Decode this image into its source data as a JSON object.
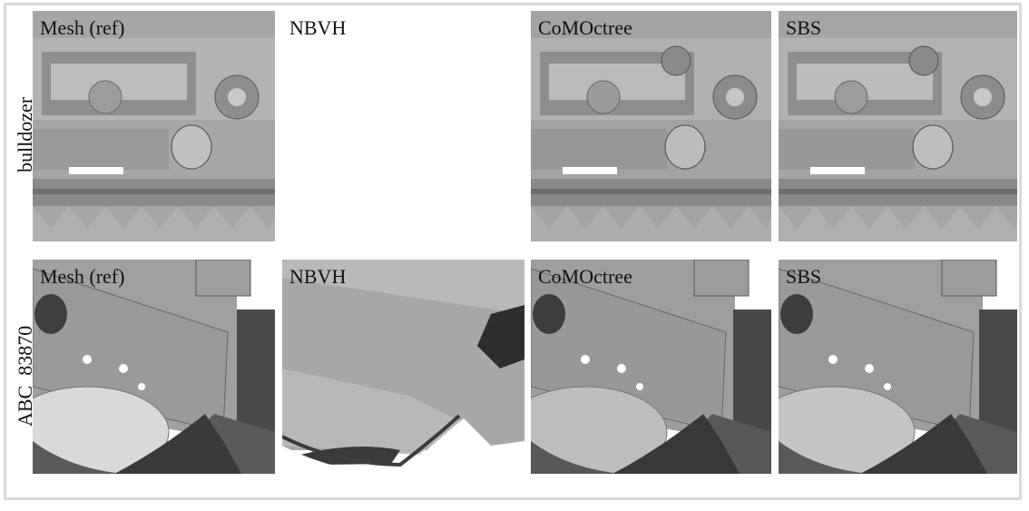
{
  "rows": [
    {
      "label": "bulldozer",
      "tiles": [
        {
          "caption": "Mesh (ref)",
          "content": "rendered-shading",
          "blank": false
        },
        {
          "caption": "NBVH",
          "content": "empty",
          "blank": true
        },
        {
          "caption": "CoMOctree",
          "content": "rendered-shading",
          "blank": false
        },
        {
          "caption": "SBS",
          "content": "rendered-shading",
          "blank": false
        }
      ]
    },
    {
      "label": "ABC_83870",
      "tiles": [
        {
          "caption": "Mesh (ref)",
          "content": "rendered-shading",
          "blank": false
        },
        {
          "caption": "NBVH",
          "content": "rendered-shading-noisy",
          "blank": false
        },
        {
          "caption": "CoMOctree",
          "content": "rendered-shading",
          "blank": false
        },
        {
          "caption": "SBS",
          "content": "rendered-shading",
          "blank": false
        }
      ]
    }
  ],
  "colors": {
    "border": "#d9d9d9",
    "shading_mid": "#9a9a9a",
    "shading_light": "#c4c4c4",
    "shading_dark": "#4a4a4a"
  }
}
